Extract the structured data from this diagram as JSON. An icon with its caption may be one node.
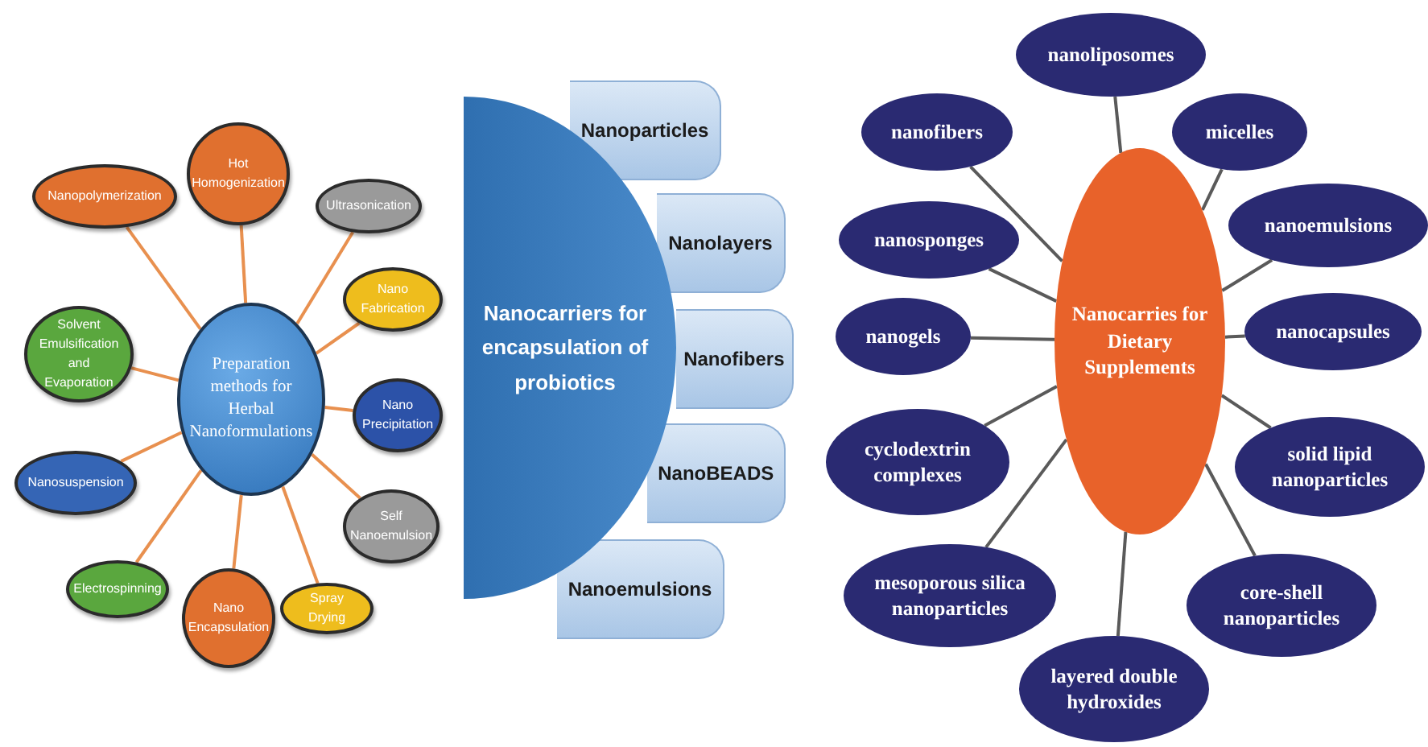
{
  "diagram": {
    "nodes": [
      {
        "text": [
          "Preparation methods for Herbal Nanoformulations"
        ]
      },
      {
        "text": [
          "Nanopolymerization"
        ]
      },
      {
        "text": [
          "Hot Homogenization"
        ]
      },
      {
        "text": [
          "Ultrasonication"
        ]
      },
      {
        "text": [
          "Nano Fabrication"
        ]
      },
      {
        "text": [
          "Solvent Emulsification and Evaporation"
        ]
      },
      {
        "text": [
          "Nano Precipitation"
        ]
      },
      {
        "text": [
          "Nanosuspension"
        ]
      },
      {
        "text": [
          "Self Nanoemulsion"
        ]
      },
      {
        "text": [
          "Electrospinning"
        ]
      },
      {
        "text": [
          "Nano Encapsulation"
        ]
      },
      {
        "text": [
          "Spray Drying"
        ]
      },
      {
        "text": [
          "Nanocarriers for encapsulation of probiotics"
        ]
      },
      {
        "text": [
          "Nanoparticles"
        ]
      },
      {
        "text": [
          "Nanolayers"
        ]
      },
      {
        "text": [
          "Nanofibers"
        ]
      },
      {
        "text": [
          "NanoBEADS"
        ]
      },
      {
        "text": [
          "Nanoemulsions"
        ]
      },
      {
        "text": [
          "Nanocarries for Dietary Supplements"
        ]
      },
      {
        "text": [
          "nanoliposomes"
        ]
      },
      {
        "text": [
          "nanofibers"
        ]
      },
      {
        "text": [
          "micelles"
        ]
      },
      {
        "text": [
          "nanosponges"
        ]
      },
      {
        "text": [
          "nanoemulsions"
        ]
      },
      {
        "text": [
          "nanogels"
        ]
      },
      {
        "text": [
          "nanocapsules"
        ]
      },
      {
        "text": [
          "cyclodextrin complexes"
        ]
      },
      {
        "text": [
          "solid lipid nanoparticles"
        ]
      },
      {
        "text": [
          "mesoporous silica nanoparticles"
        ]
      },
      {
        "text": [
          "core-shell nanoparticles"
        ]
      },
      {
        "text": [
          "layered double hydroxides"
        ]
      }
    ],
    "edges": [
      {
        "from": 0,
        "to": 1,
        "arrow": "none",
        "color": "#e8904f"
      },
      {
        "from": 0,
        "to": 2,
        "arrow": "none",
        "color": "#e8904f"
      },
      {
        "from": 0,
        "to": 3,
        "arrow": "none",
        "color": "#e8904f"
      },
      {
        "from": 0,
        "to": 4,
        "arrow": "none",
        "color": "#e8904f"
      },
      {
        "from": 0,
        "to": 5,
        "arrow": "none",
        "color": "#e8904f"
      },
      {
        "from": 0,
        "to": 6,
        "arrow": "none",
        "color": "#e8904f"
      },
      {
        "from": 0,
        "to": 7,
        "arrow": "none",
        "color": "#e8904f"
      },
      {
        "from": 0,
        "to": 8,
        "arrow": "none",
        "color": "#e8904f"
      },
      {
        "from": 0,
        "to": 9,
        "arrow": "none",
        "color": "#e8904f"
      },
      {
        "from": 0,
        "to": 10,
        "arrow": "none",
        "color": "#e8904f"
      },
      {
        "from": 0,
        "to": 11,
        "arrow": "none",
        "color": "#e8904f"
      },
      {
        "from": 18,
        "to": 19,
        "arrow": "none"
      },
      {
        "from": 18,
        "to": 20,
        "arrow": "none"
      },
      {
        "from": 18,
        "to": 21,
        "arrow": "none"
      },
      {
        "from": 18,
        "to": 22,
        "arrow": "none"
      },
      {
        "from": 18,
        "to": 23,
        "arrow": "none"
      },
      {
        "from": 18,
        "to": 24,
        "arrow": "none"
      },
      {
        "from": 18,
        "to": 25,
        "arrow": "none"
      },
      {
        "from": 18,
        "to": 26,
        "arrow": "none"
      },
      {
        "from": 18,
        "to": 27,
        "arrow": "none"
      },
      {
        "from": 18,
        "to": 28,
        "arrow": "none"
      },
      {
        "from": 18,
        "to": 29,
        "arrow": "none"
      },
      {
        "from": 18,
        "to": 30,
        "arrow": "none"
      }
    ]
  }
}
